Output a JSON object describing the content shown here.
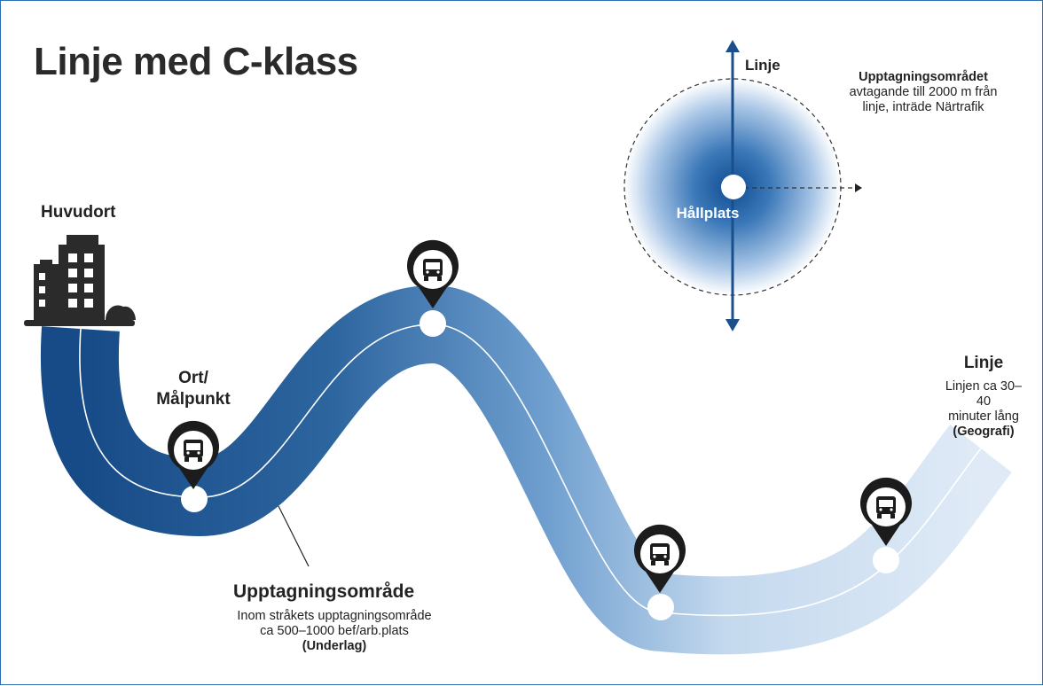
{
  "title": "Linje med C-klass",
  "city": {
    "label": "Huvudort",
    "icon": "city-buildings-icon"
  },
  "destination": {
    "line1": "Ort/",
    "line2": "Målpunkt"
  },
  "catchment": {
    "title": "Upptagningsområde",
    "line1": "Inom stråkets upptagningsområde",
    "line2": "ca 500–1000 bef/arb.plats",
    "line3": "(Underlag)"
  },
  "line": {
    "title": "Linje",
    "line1": "Linjen ca 30–40",
    "line2": "minuter lång",
    "line3": "(Geografi)"
  },
  "stop_radius": {
    "title": "Upptagningsområdet",
    "line1": "avtagande till 2000 m från",
    "line2": "linje, inträde Närtrafik",
    "stop_label": "Hållplats",
    "axis_label": "Linje"
  },
  "bus_stop_icon": "bus-stop-pin-icon",
  "colors": {
    "dark_blue": "#1a4f8c",
    "mid_blue": "#4f86c0",
    "light_blue": "#dce8f5",
    "pin": "#1c1c1c",
    "border": "#2f6db3"
  }
}
